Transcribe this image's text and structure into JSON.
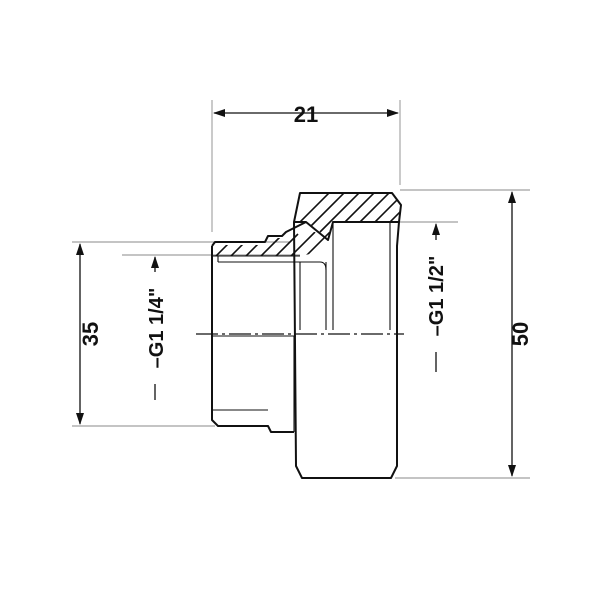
{
  "dimensions": {
    "length": "21",
    "small_diameter": "35",
    "large_diameter": "50"
  },
  "threads": {
    "small": "G1 1/4\"",
    "large": "G1 1/2\""
  },
  "colors": {
    "line": "#111111",
    "extension_line": "#8a8a8a",
    "background": "#ffffff"
  }
}
